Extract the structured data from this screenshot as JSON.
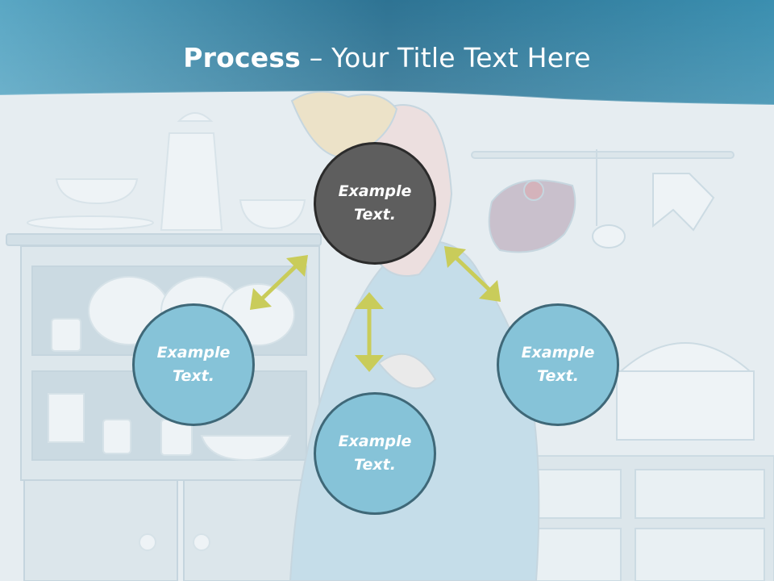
{
  "slide": {
    "title_bold": "Process",
    "title_rest": " – Your Title Text Here"
  },
  "nodes": {
    "top": "Example Text.",
    "left": "Example Text.",
    "bottom": "Example Text.",
    "right": "Example Text."
  },
  "colors": {
    "header": "#3b8fb0",
    "center_node": "#5e5e5e",
    "outer_node": "#86c3d8",
    "arrow": "#c9cc5a"
  }
}
